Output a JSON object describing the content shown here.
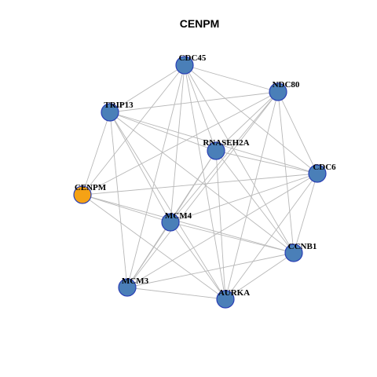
{
  "title": "CENPM",
  "colors": {
    "node_default": "#4a7fb8",
    "node_highlight": "#f5a215",
    "node_border": "#2a3fb5",
    "edge": "#b8b8b8"
  },
  "nodes": [
    {
      "id": "CDC45",
      "highlight": false
    },
    {
      "id": "NDC80",
      "highlight": false
    },
    {
      "id": "TRIP13",
      "highlight": false
    },
    {
      "id": "RNASEH2A",
      "highlight": false
    },
    {
      "id": "CDC6",
      "highlight": false
    },
    {
      "id": "CENPM",
      "highlight": true
    },
    {
      "id": "MCM4",
      "highlight": false
    },
    {
      "id": "CCNB1",
      "highlight": false
    },
    {
      "id": "MCM3",
      "highlight": false
    },
    {
      "id": "AURKA",
      "highlight": false
    }
  ],
  "edges": [
    [
      "CDC45",
      "TRIP13"
    ],
    [
      "CDC45",
      "NDC80"
    ],
    [
      "CDC45",
      "RNASEH2A"
    ],
    [
      "CDC45",
      "CDC6"
    ],
    [
      "CDC45",
      "CENPM"
    ],
    [
      "CDC45",
      "MCM4"
    ],
    [
      "CDC45",
      "CCNB1"
    ],
    [
      "CDC45",
      "MCM3"
    ],
    [
      "CDC45",
      "AURKA"
    ],
    [
      "NDC80",
      "TRIP13"
    ],
    [
      "NDC80",
      "RNASEH2A"
    ],
    [
      "NDC80",
      "CDC6"
    ],
    [
      "NDC80",
      "MCM4"
    ],
    [
      "NDC80",
      "CCNB1"
    ],
    [
      "NDC80",
      "MCM3"
    ],
    [
      "NDC80",
      "AURKA"
    ],
    [
      "NDC80",
      "CENPM"
    ],
    [
      "TRIP13",
      "RNASEH2A"
    ],
    [
      "TRIP13",
      "CDC6"
    ],
    [
      "TRIP13",
      "CENPM"
    ],
    [
      "TRIP13",
      "MCM4"
    ],
    [
      "TRIP13",
      "CCNB1"
    ],
    [
      "TRIP13",
      "MCM3"
    ],
    [
      "TRIP13",
      "AURKA"
    ],
    [
      "RNASEH2A",
      "CDC6"
    ],
    [
      "RNASEH2A",
      "CCNB1"
    ],
    [
      "RNASEH2A",
      "MCM3"
    ],
    [
      "RNASEH2A",
      "AURKA"
    ],
    [
      "RNASEH2A",
      "MCM4"
    ],
    [
      "CDC6",
      "CENPM"
    ],
    [
      "CDC6",
      "MCM4"
    ],
    [
      "CDC6",
      "CCNB1"
    ],
    [
      "CDC6",
      "MCM3"
    ],
    [
      "CDC6",
      "AURKA"
    ],
    [
      "CENPM",
      "MCM4"
    ],
    [
      "CENPM",
      "CCNB1"
    ],
    [
      "CENPM",
      "AURKA"
    ],
    [
      "MCM4",
      "CCNB1"
    ],
    [
      "MCM4",
      "MCM3"
    ],
    [
      "MCM4",
      "AURKA"
    ],
    [
      "CCNB1",
      "MCM3"
    ],
    [
      "CCNB1",
      "AURKA"
    ],
    [
      "MCM3",
      "AURKA"
    ]
  ]
}
